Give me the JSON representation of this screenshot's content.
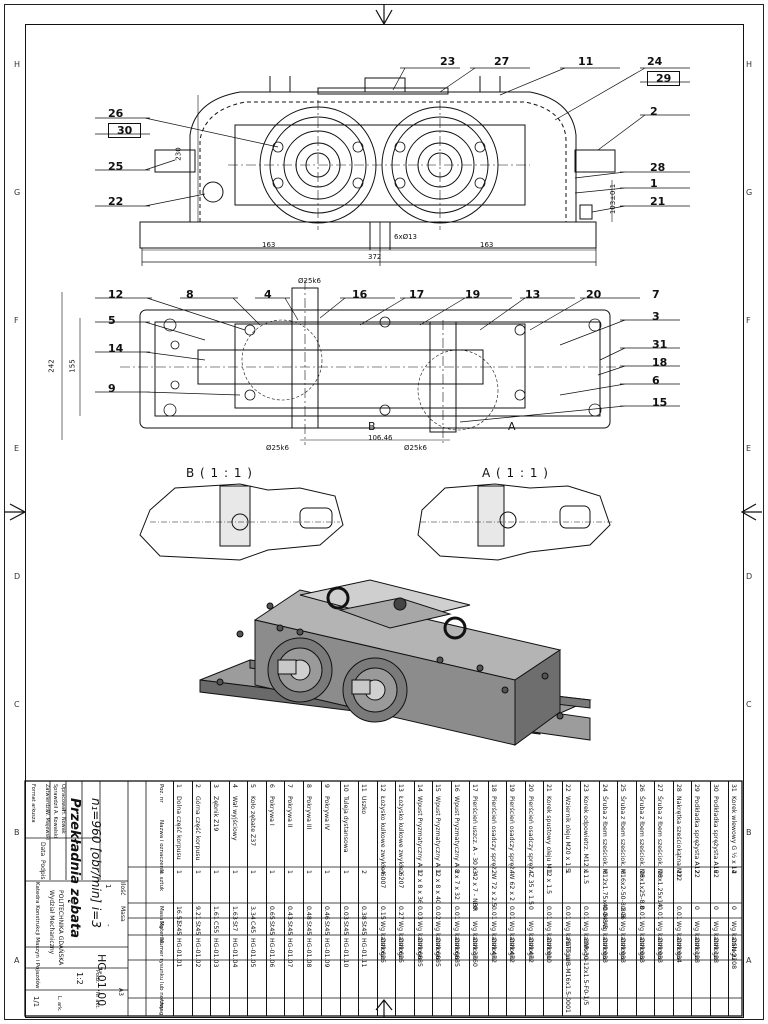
{
  "zones": {
    "rows": [
      "H",
      "G",
      "F",
      "E",
      "D",
      "C",
      "B",
      "A"
    ]
  },
  "views": {
    "front": {
      "balloons": [
        "23",
        "27",
        "11",
        "24",
        "29",
        "26",
        "30",
        "2",
        "25",
        "28",
        "1",
        "22",
        "21"
      ],
      "dims": {
        "width_left": "163",
        "width_right": "163",
        "overall": "372",
        "holes": "6xØ13",
        "height": "230",
        "height_right": "103±0.1"
      }
    },
    "top": {
      "balloons": [
        "12",
        "8",
        "4",
        "16",
        "17",
        "19",
        "13",
        "20",
        "7",
        "5",
        "3",
        "14",
        "31",
        "18",
        "9",
        "6",
        "15"
      ],
      "dims": {
        "shaft_top": "Ø25k6",
        "shaft_bl": "Ø25k6",
        "shaft_br": "Ø25k6",
        "center": "106.46",
        "height_outer": "242",
        "height_inner": "155",
        "section_b": "B",
        "section_a": "A"
      }
    },
    "details": {
      "b": "B ( 1 : 1 )",
      "a": "A ( 1 : 1 )"
    }
  },
  "bom": {
    "headers": [
      "Poz. nr",
      "Nazwa i oznaczenie",
      "Il. sztuk",
      "Masa kg",
      "Materiał",
      "Numer rysunku lub normy",
      "Uwagi"
    ],
    "rows": [
      {
        "poz": "31",
        "name": "Korek wlewowy G ½ x 14",
        "qty": "2",
        "mass": "0",
        "mat": "Wg katalogu",
        "norm": "DSN 2208"
      },
      {
        "poz": "30",
        "name": "Podkładka sprężysta A16",
        "qty": "22",
        "mass": "0",
        "mat": "Wg katalogu",
        "norm": "DIN 128"
      },
      {
        "poz": "29",
        "name": "Podkładka sprężysta A12",
        "qty": "22",
        "mass": "0",
        "mat": "Wg katalogu",
        "norm": "DIN 128"
      },
      {
        "poz": "28",
        "name": "Nakrętka sześciokątna M12",
        "qty": "22",
        "mass": "0.01",
        "mat": "Wg katalogu",
        "norm": "DIN 934"
      },
      {
        "poz": "27",
        "name": "Śruba z łbem sześciok. M8x1.25x14",
        "qty": "10",
        "mass": "0.01",
        "mat": "Wg katalogu",
        "norm": "DIN 933"
      },
      {
        "poz": "26",
        "name": "Śruba z łbem sześciok. M6x1x25-8.8",
        "qty": "18",
        "mass": "0.01",
        "mat": "Wg katalogu",
        "norm": "DIN 933"
      },
      {
        "poz": "25",
        "name": "Śruba z łbem sześciok. M16x2-50-8.8-B",
        "qty": "6",
        "mass": "0.06",
        "mat": "Wg katalogu",
        "norm": "DIN 933"
      },
      {
        "poz": "24",
        "name": "Śruba z łbem sześciok. M12x1.75x40-8.8-B",
        "qty": "6",
        "mass": "0.04",
        "mat": "Wg katalogu",
        "norm": "DIN 933"
      },
      {
        "poz": "23",
        "name": "Korek odpowietrz. M12 x 1.5",
        "qty": "1",
        "mass": "0.01",
        "mat": "Wg katalogu",
        "norm": "SPR-30-12x1.5-F0-1/5"
      },
      {
        "poz": "22",
        "name": "Wziernik oleju M20 x 1.5",
        "qty": "1",
        "mass": "0.01",
        "mat": "Wg katalogu",
        "norm": "FETT.LUB-M16x1.5-0001"
      },
      {
        "poz": "21",
        "name": "Korek spustowy oleju M12 x 1.5",
        "qty": "1",
        "mass": "0.01",
        "mat": "Wg katalogu",
        "norm": "DIN 910"
      },
      {
        "poz": "20",
        "name": "Pierścień osadczy spręż. Z 35 x 1.5",
        "qty": "4",
        "mass": "0",
        "mat": "Wg katalogu",
        "norm": "DIN 472"
      },
      {
        "poz": "19",
        "name": "Pierścień osadczy spręż. W 62 x 2",
        "qty": "4",
        "mass": "0.01",
        "mat": "Wg katalogu",
        "norm": "DIN 472"
      },
      {
        "poz": "18",
        "name": "Pierścień osadczy spręż. W 72 x 2.5",
        "qty": "2",
        "mass": "0.01",
        "mat": "Wg katalogu",
        "norm": "DIN 472"
      },
      {
        "poz": "17",
        "name": "Pierścień uszcz. A - 30 x 42 x 7 - NBR",
        "qty": "3",
        "mass": "0",
        "mat": "Wg katalogu",
        "norm": "DIN 3760"
      },
      {
        "poz": "16",
        "name": "Wpust Pryzmatyczny A 8 x 7 x 32",
        "qty": "2",
        "mass": "0.01",
        "mat": "Wg katalogu",
        "norm": "DIN 6885"
      },
      {
        "poz": "15",
        "name": "Wpust Pryzmatyczny A 12 x 8 x 40",
        "qty": "1",
        "mass": "0.02",
        "mat": "Wg katalogu",
        "norm": "DIN 6885"
      },
      {
        "poz": "14",
        "name": "Wpust Pryzmatyczny A 12 x 8 x 36",
        "qty": "1",
        "mass": "0.03",
        "mat": "Wg katalogu",
        "norm": "DIN 6885"
      },
      {
        "poz": "13",
        "name": "Łożysko kulkowe zwykłe 6207",
        "qty": "2",
        "mass": "0.27",
        "mat": "Wg katalogu",
        "norm": "DIN 625"
      },
      {
        "poz": "12",
        "name": "Łożysko kulkowe zwykłe 6007",
        "qty": "4",
        "mass": "0.15",
        "mat": "Wg katalogu",
        "norm": "DIN 625"
      },
      {
        "poz": "11",
        "name": "Uszko",
        "qty": "2",
        "mass": "0.38",
        "mat": "St45",
        "norm": "HG-01.11"
      },
      {
        "poz": "10",
        "name": "Tuleja dystansowa",
        "qty": "1",
        "mass": "0.03",
        "mat": "St45",
        "norm": "HG-01.10"
      },
      {
        "poz": "9",
        "name": "Pokrywa IV",
        "qty": "1",
        "mass": "0.46",
        "mat": "St45",
        "norm": "HG-01.09"
      },
      {
        "poz": "8",
        "name": "Pokrywa III",
        "qty": "1",
        "mass": "0.48",
        "mat": "St45",
        "norm": "HG-01.08"
      },
      {
        "poz": "7",
        "name": "Pokrywa II",
        "qty": "1",
        "mass": "0.43",
        "mat": "St45",
        "norm": "HG-01.07"
      },
      {
        "poz": "6",
        "name": "Pokrywa I",
        "qty": "1",
        "mass": "0.65",
        "mat": "St45",
        "norm": "HG-01.06"
      },
      {
        "poz": "5",
        "name": "Koło zębate Z37",
        "qty": "1",
        "mass": "3.34",
        "mat": "C45",
        "norm": "HG-01.05"
      },
      {
        "poz": "4",
        "name": "Wał wyjściowy",
        "qty": "1",
        "mass": "1.63",
        "mat": "St7",
        "norm": "HG-01.04"
      },
      {
        "poz": "3",
        "name": "Zębnik Z19",
        "qty": "1",
        "mass": "1.61",
        "mat": "C55",
        "norm": "HG-01.03"
      },
      {
        "poz": "2",
        "name": "Górna część korpusu",
        "qty": "1",
        "mass": "9.21",
        "mat": "St45",
        "norm": "HG-01.02"
      },
      {
        "poz": "1",
        "name": "Dolna część korpusu",
        "qty": "1",
        "mass": "16.51",
        "mat": "St45",
        "norm": "HG-01.01"
      }
    ],
    "title": "Przekładnia zębata",
    "subtitle": "n₁=960 [obr/min] i=3",
    "scale": "1:2",
    "sheet": "1/1",
    "drawing_no": "HG-01.00",
    "university": "POLITECHNIKA GDAŃSKA",
    "faculty": "Wydział Mechaniczny",
    "department": "Katedra Konstrukcji Maszyn i Pojazdów",
    "format": "A3",
    "qty_label": "Ilość",
    "qty_value": "1",
    "mass_label": "Masa",
    "mass_value": "-",
    "roles": [
      "Opracował",
      "Sprawdził",
      "Zatwierdził"
    ],
    "role_names": [
      "H. Nowak",
      "A. Kowalski",
      "W. Majewski"
    ],
    "side_labels": {
      "data": "Data",
      "podpis": "Podpis",
      "format": "Format arkusza"
    },
    "extra": {
      "scale_label": "Podz.",
      "nr_label": "Nr akt.",
      "sheet_label": "L. ark."
    }
  }
}
